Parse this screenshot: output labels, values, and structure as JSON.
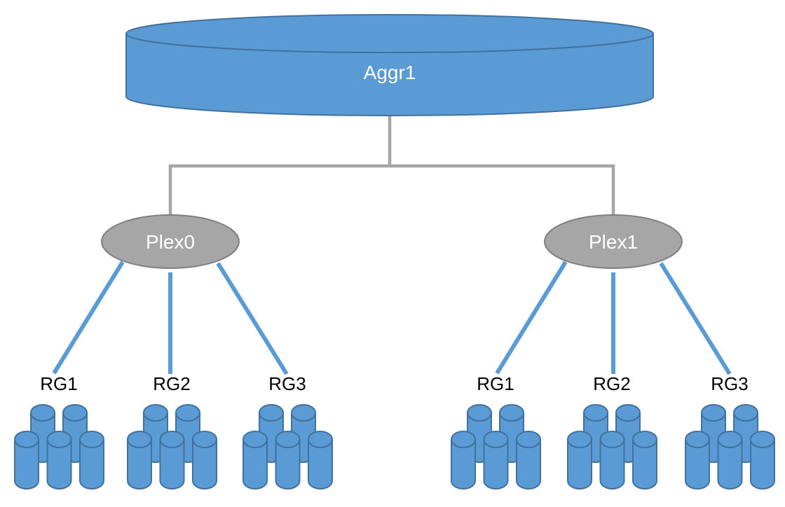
{
  "diagram": {
    "aggregate": {
      "label": "Aggr1"
    },
    "plexes": [
      {
        "label": "Plex0",
        "raid_groups": [
          "RG1",
          "RG2",
          "RG3"
        ]
      },
      {
        "label": "Plex1",
        "raid_groups": [
          "RG1",
          "RG2",
          "RG3"
        ]
      }
    ],
    "disks_per_raid_group": 5,
    "colors": {
      "disk_fill": "#5B9BD5",
      "disk_stroke": "#41719C",
      "plex_fill": "#A6A6A6",
      "plex_stroke": "#7F7F7F",
      "connector_gray": "#A6A6A6",
      "connector_blue": "#5B9BD5",
      "node_text": "#FFFFFF",
      "label_text": "#000000",
      "background": "#FFFFFF"
    }
  }
}
